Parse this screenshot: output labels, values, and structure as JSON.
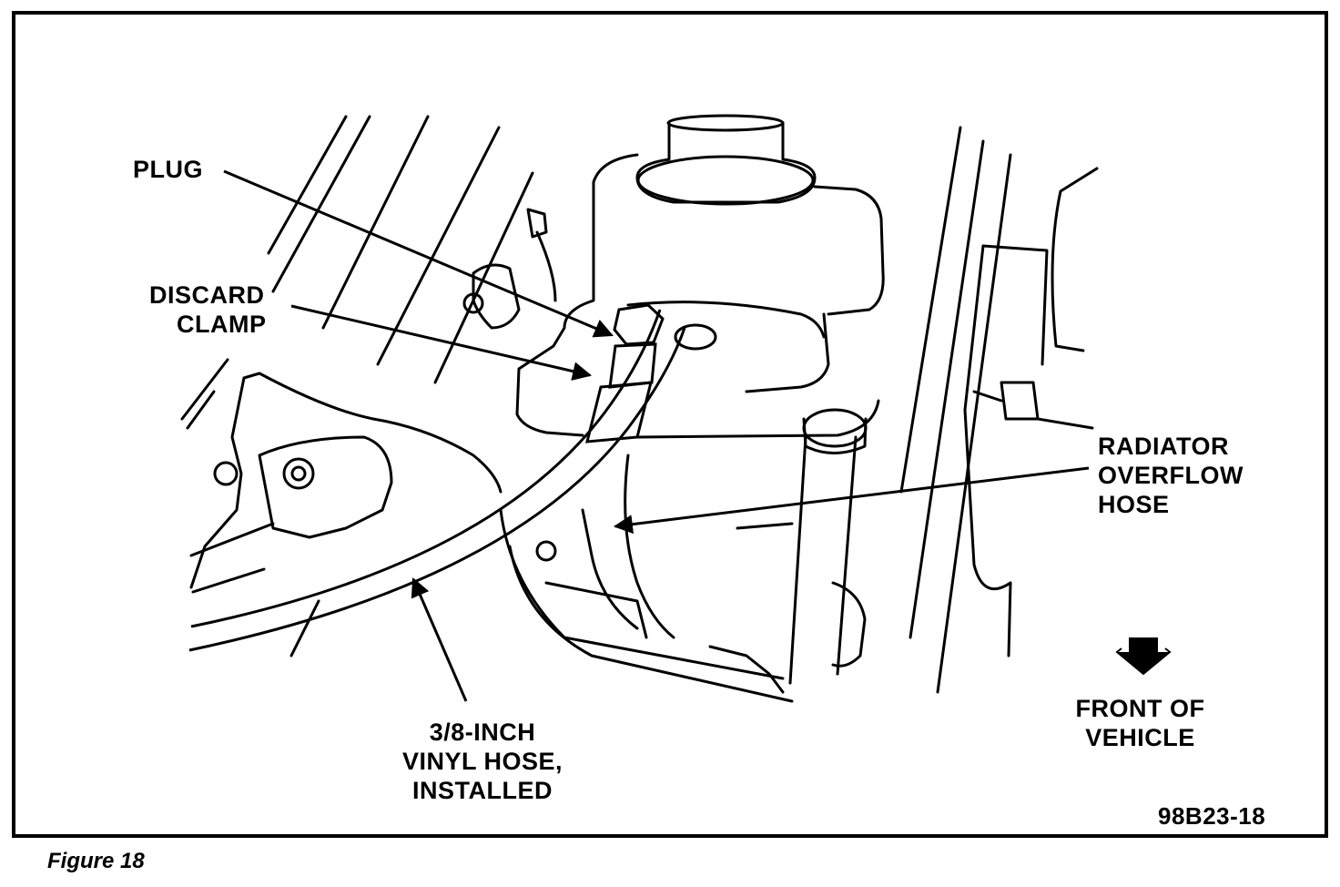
{
  "labels": {
    "plug": "PLUG",
    "discard_clamp": [
      "DISCARD",
      "CLAMP"
    ],
    "radiator_overflow_hose": [
      "RADIATOR",
      "OVERFLOW",
      "HOSE"
    ],
    "vinyl_hose": [
      "3/8-INCH",
      "VINYL HOSE,",
      "INSTALLED"
    ],
    "front_of_vehicle": [
      "FRONT OF",
      "VEHICLE"
    ]
  },
  "figure_code": "98B23-18",
  "caption": "Figure 18",
  "icons": {
    "front_arrow": "down-arrow-icon"
  }
}
